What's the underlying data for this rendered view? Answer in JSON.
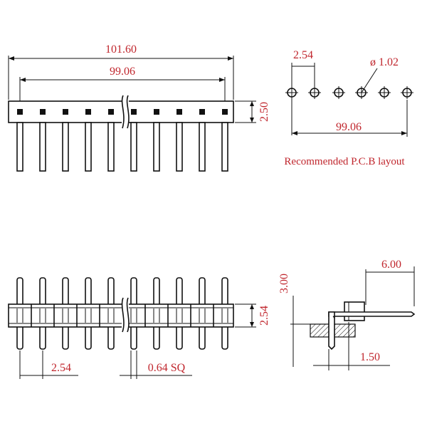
{
  "top_view": {
    "overall_length": "101.60",
    "pin_span": "99.06",
    "body_height": "2.50"
  },
  "pcb_layout": {
    "pitch": "2.54",
    "hole_diameter": "ø 1.02",
    "span": "99.06",
    "caption": "Recommended P.C.B layout"
  },
  "front_view": {
    "pitch": "2.54",
    "pin_size": "0.64 SQ",
    "body_height": "2.54"
  },
  "side_view": {
    "pin_length": "6.00",
    "height": "3.00",
    "offset": "1.50"
  },
  "colors": {
    "dimension_text": "#c0262d",
    "lines": "#111111"
  }
}
